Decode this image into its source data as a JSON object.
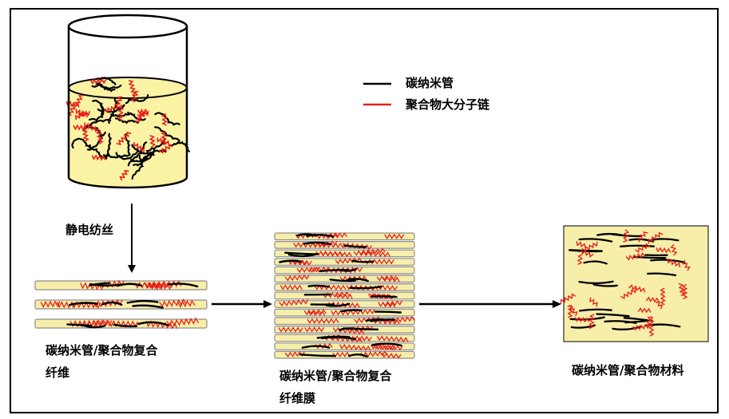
{
  "legend": {
    "cnt_label": "碳纳米管",
    "polymer_label": "聚合物大分子链",
    "cnt_color": "#000000",
    "polymer_color": "#e8201c"
  },
  "steps": {
    "spinning": "静电纺丝",
    "composite_fiber_line1": "碳纳米管/聚合物复合",
    "composite_fiber_line2": "纤维",
    "fiber_membrane_line1": "碳纳米管/聚合物复合",
    "fiber_membrane_line2": "纤维膜",
    "final_material": "碳纳米管/聚合物材料"
  },
  "colors": {
    "solution_fill": "#fbf3a4",
    "fiber_fill": "#f7eeaa",
    "fiber_border": "#8d8d8d"
  }
}
